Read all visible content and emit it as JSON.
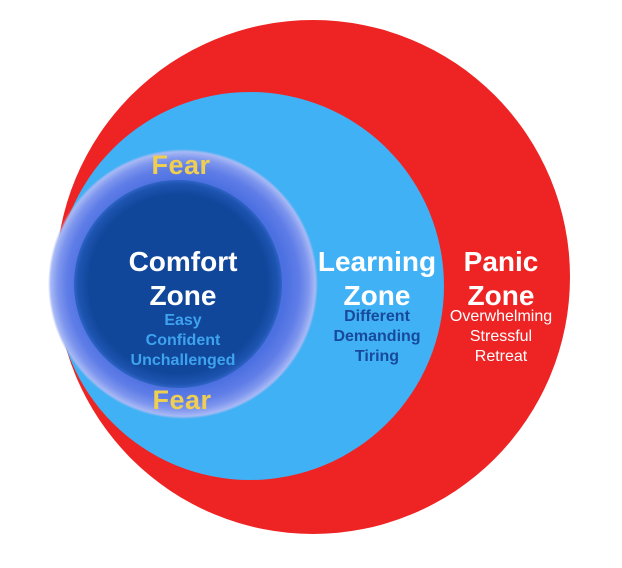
{
  "diagram_title": "Comfort Zone diagram",
  "colors": {
    "background": "#ffffff",
    "panic_red": "#ee2424",
    "learning_blue": "#40b1f4",
    "fear_ring_blue": "#4c70e1",
    "comfort_navy": "#11479b",
    "fear_yellow": "#eecf52",
    "comfort_sub_blue": "#3ea3ef",
    "learning_sub_navy": "#17499c"
  },
  "fear_ring": {
    "label_top": "Fear",
    "label_bottom": "Fear"
  },
  "zones": {
    "comfort": {
      "title_line1": "Comfort",
      "title_line2": "Zone",
      "subs": [
        "Easy",
        "Confident",
        "Unchallenged"
      ]
    },
    "learning": {
      "title_line1": "Learning",
      "title_line2": "Zone",
      "subs": [
        "Different",
        "Demanding",
        "Tiring"
      ]
    },
    "panic": {
      "title_line1": "Panic",
      "title_line2": "Zone",
      "subs": [
        "Overwhelming",
        "Stressful",
        "Retreat"
      ]
    }
  }
}
